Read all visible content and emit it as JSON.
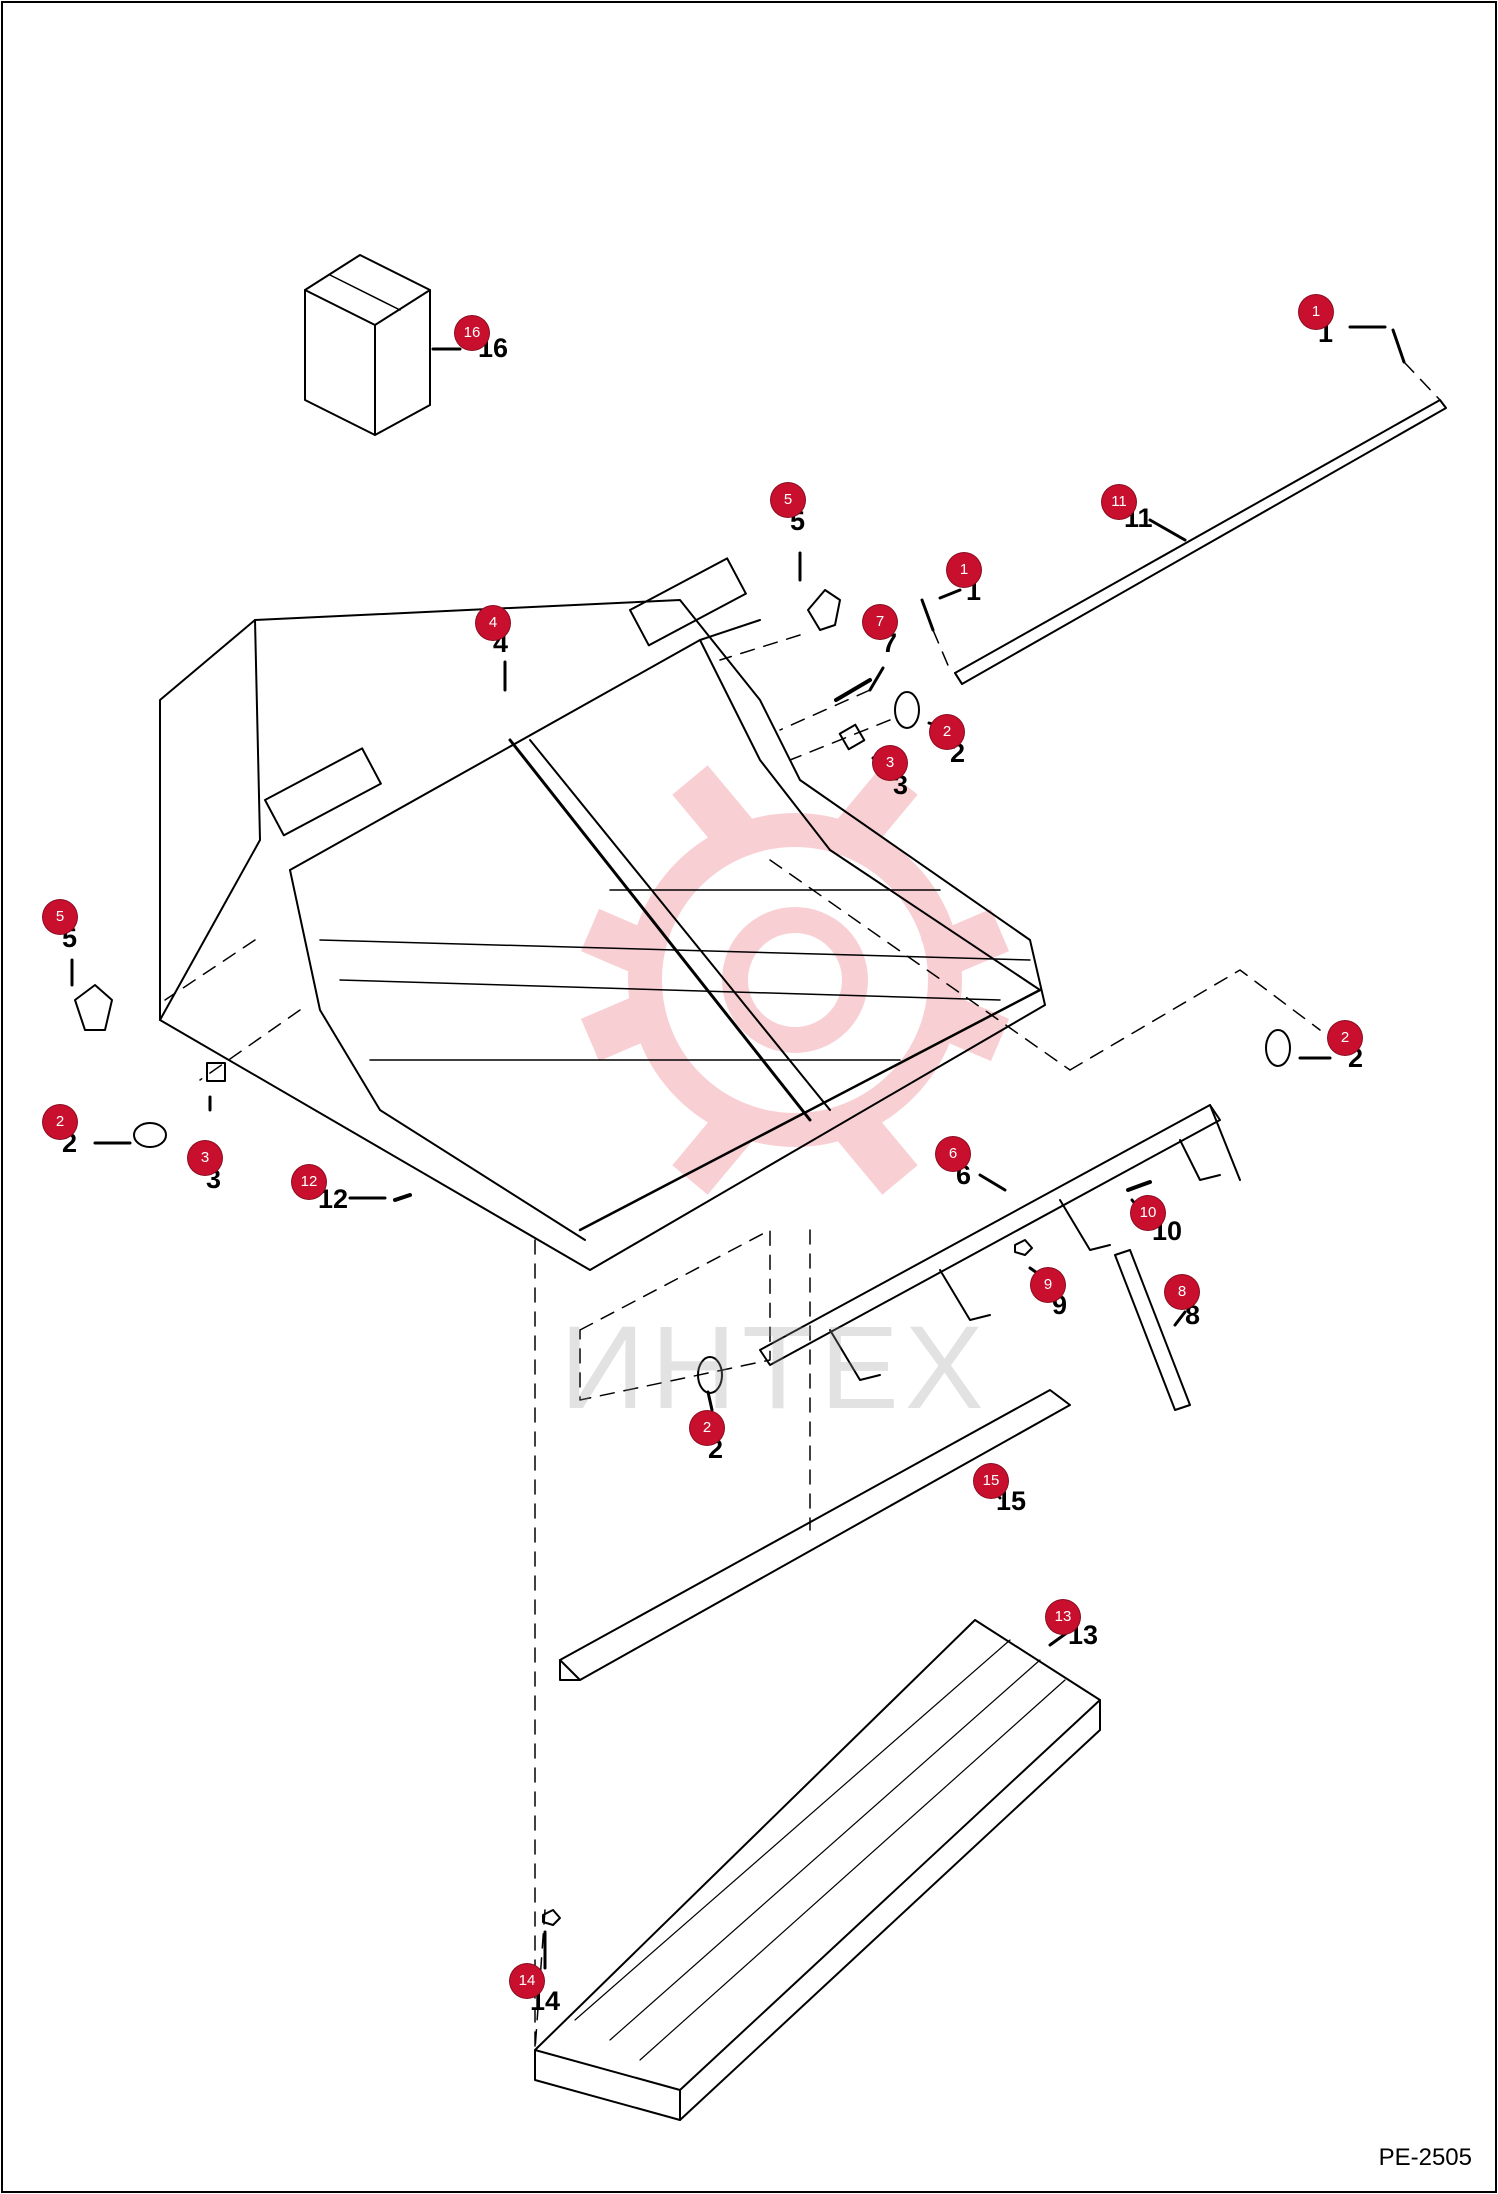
{
  "drawing_code": "PE-2505",
  "watermark": {
    "text": "ИНТЕХ",
    "color": "#c8102e"
  },
  "callout_color": "#c8102e",
  "parts": [
    {
      "id": "p16",
      "num": "16"
    },
    {
      "id": "p1a",
      "num": "1"
    },
    {
      "id": "p11",
      "num": "11"
    },
    {
      "id": "p5a",
      "num": "5"
    },
    {
      "id": "p1b",
      "num": "1"
    },
    {
      "id": "p4",
      "num": "4"
    },
    {
      "id": "p7",
      "num": "7"
    },
    {
      "id": "p2a",
      "num": "2"
    },
    {
      "id": "p3a",
      "num": "3"
    },
    {
      "id": "p5b",
      "num": "5"
    },
    {
      "id": "p2b",
      "num": "2"
    },
    {
      "id": "p3b",
      "num": "3"
    },
    {
      "id": "p2c",
      "num": "2"
    },
    {
      "id": "p12",
      "num": "12"
    },
    {
      "id": "p6",
      "num": "6"
    },
    {
      "id": "p10",
      "num": "10"
    },
    {
      "id": "p9",
      "num": "9"
    },
    {
      "id": "p8",
      "num": "8"
    },
    {
      "id": "p2d",
      "num": "2"
    },
    {
      "id": "p15",
      "num": "15"
    },
    {
      "id": "p13",
      "num": "13"
    },
    {
      "id": "p14",
      "num": "14"
    }
  ]
}
